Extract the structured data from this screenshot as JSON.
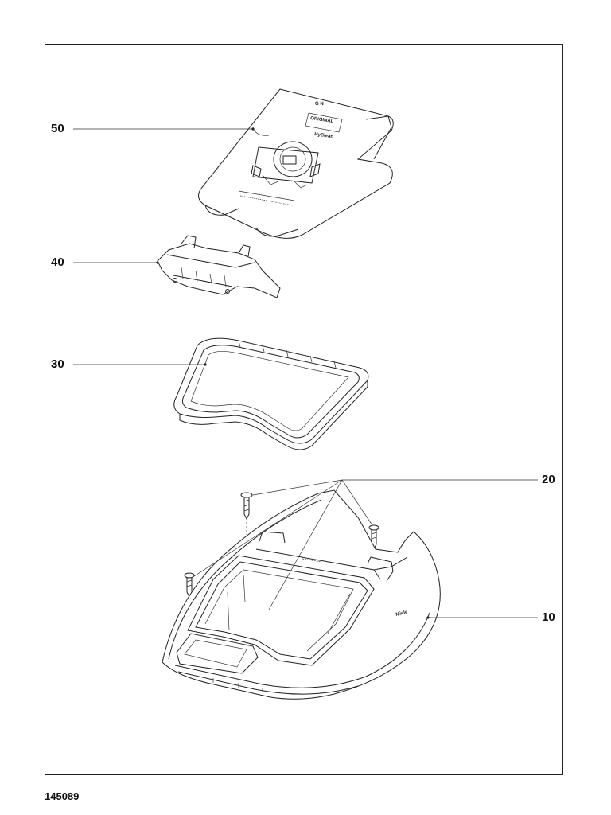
{
  "diagram": {
    "document_number": "145089",
    "callouts": [
      {
        "id": "50",
        "label": "50"
      },
      {
        "id": "40",
        "label": "40"
      },
      {
        "id": "30",
        "label": "30"
      },
      {
        "id": "20",
        "label": "20"
      },
      {
        "id": "10",
        "label": "10"
      }
    ],
    "bag_markings": {
      "letters": "G    N",
      "original": "ORIGINAL",
      "brand": "HyClean"
    },
    "housing_logo": "Miele"
  }
}
